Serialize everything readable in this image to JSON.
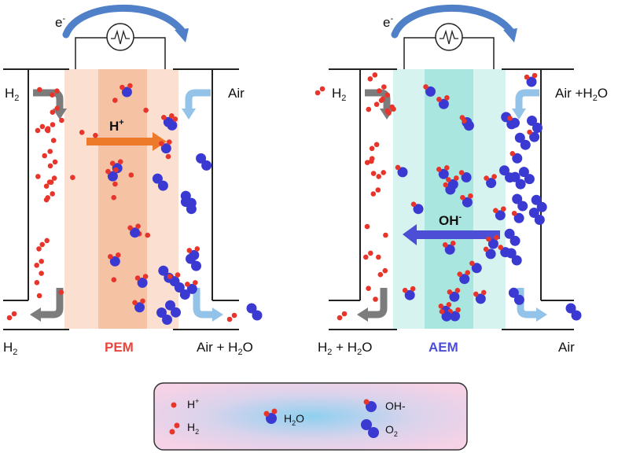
{
  "pem_cell": {
    "electron_label": "e",
    "electron_sup": "-",
    "inlet_left": {
      "base": "H",
      "sub": "2"
    },
    "inlet_right": "Air",
    "outlet_left": {
      "base": "H",
      "sub": "2"
    },
    "outlet_right": {
      "pre": "Air + H",
      "sub": "2",
      "post": "O"
    },
    "membrane_label": "PEM",
    "ion_label": {
      "base": "H",
      "sup": "+"
    }
  },
  "aem_cell": {
    "electron_label": "e",
    "electron_sup": "-",
    "inlet_left": {
      "base": "H",
      "sub": "2"
    },
    "inlet_right": {
      "pre": "Air +H",
      "sub": "2",
      "post": "O"
    },
    "outlet_left": {
      "pre": "H",
      "sub": "2",
      "post": " + H",
      "sub2": "2",
      "post2": "O"
    },
    "outlet_right": "Air",
    "membrane_label": "AEM",
    "ion_label": {
      "base": "OH",
      "sup": "-"
    }
  },
  "legend": {
    "h_plus": {
      "base": "H",
      "sup": "+"
    },
    "h2": {
      "base": "H",
      "sub": "2"
    },
    "h2o": {
      "base": "H",
      "sub": "2",
      "post": "O"
    },
    "oh": "OH-",
    "o2": {
      "base": "O",
      "sub": "2"
    }
  },
  "colors": {
    "pem_membrane_outer": "#fbe0d2",
    "pem_membrane_inner": "#f5c2a4",
    "aem_membrane_outer": "#d6f3f0",
    "aem_membrane_inner": "#a8e6df",
    "proton_arrow": "#ec7a2a",
    "hydroxide_arrow": "#4c4fd6",
    "electron_arrow": "#4f80c8",
    "gray_arrow": "#7c7c7c",
    "light_arrow": "#94c3ea",
    "pem_text": "#e8453c",
    "aem_text": "#4c4fd6",
    "red_atom": "#e8352b",
    "blue_atom": "#3a3ad2"
  }
}
